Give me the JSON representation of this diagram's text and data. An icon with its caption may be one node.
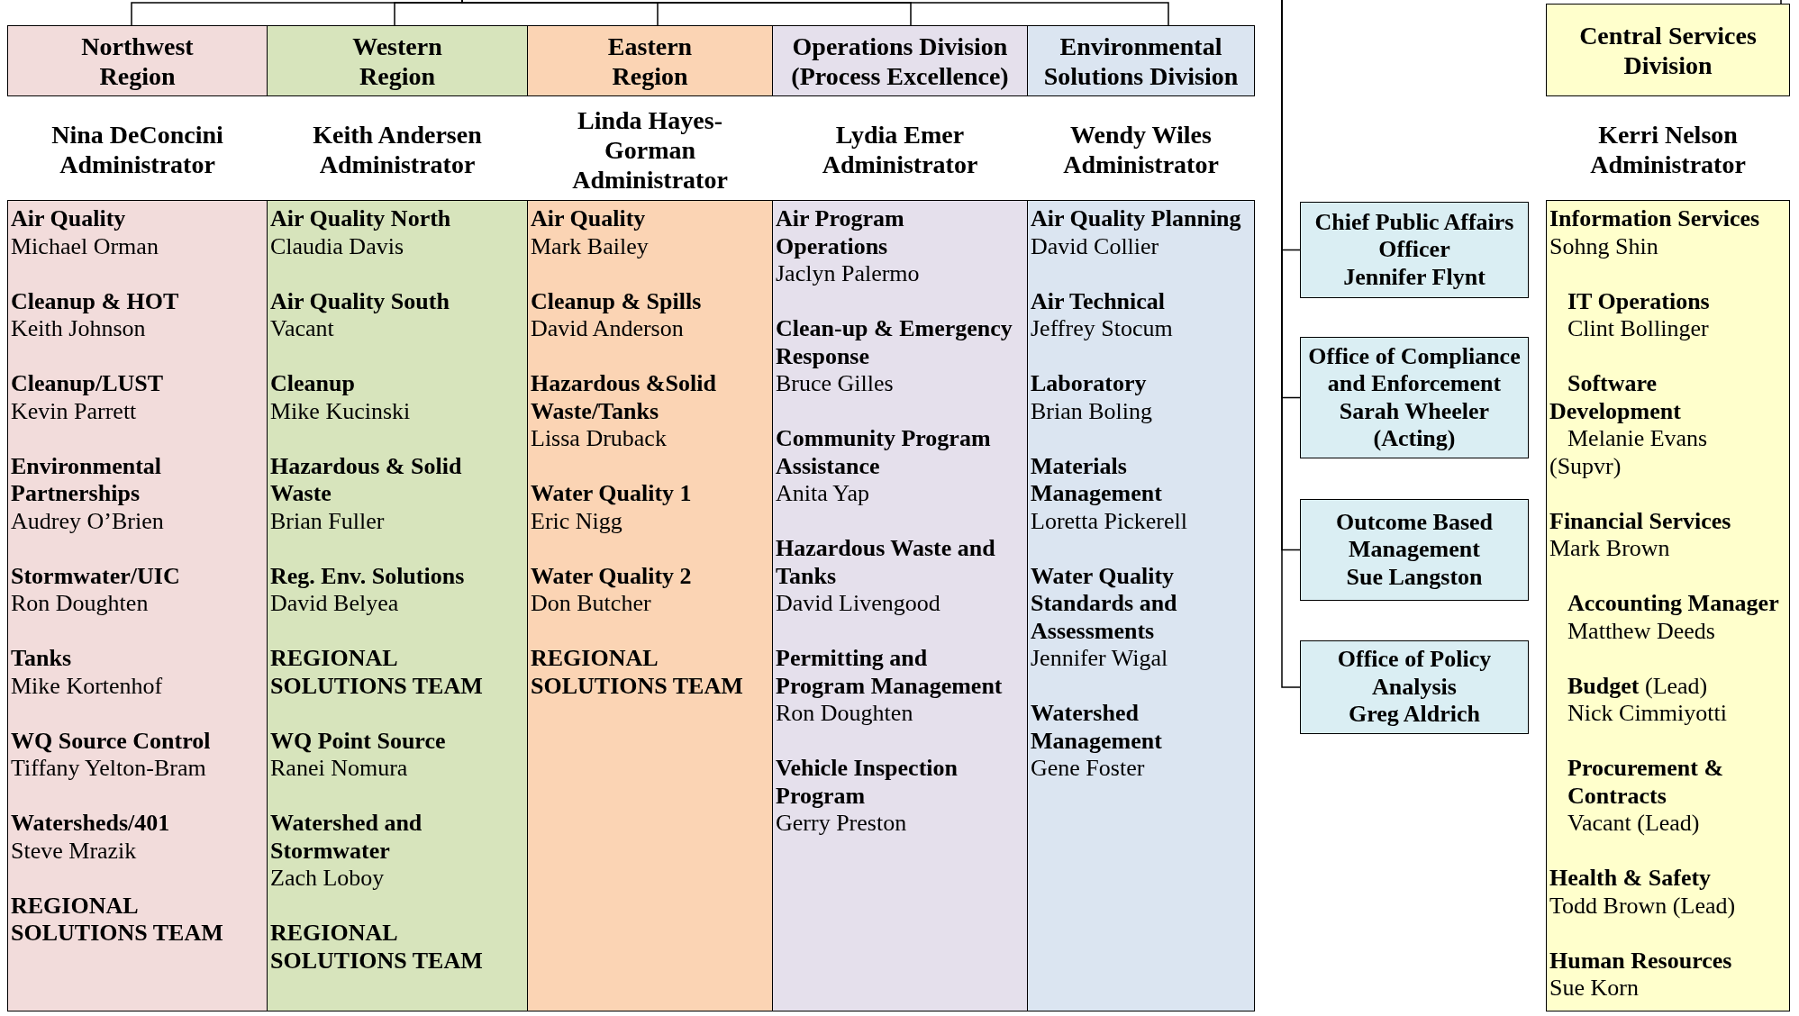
{
  "diagram": {
    "nodes": [
      {
        "text": [
          "Northwest Region"
        ],
        "beside": [
          "Nina DeConcini Administrator"
        ]
      },
      {
        "text": [
          "Western Region"
        ],
        "beside": [
          "Keith Andersen Administrator"
        ]
      },
      {
        "text": [
          "Eastern Region"
        ],
        "beside": [
          "Linda Hayes-Gorman Administrator"
        ]
      },
      {
        "text": [
          "Operations Division (Process Excellence)"
        ],
        "beside": [
          "Lydia Emer Administrator"
        ]
      },
      {
        "text": [
          "Environmental Solutions Division"
        ],
        "beside": [
          "Wendy Wiles Administrator"
        ]
      },
      {
        "text": [
          "Central Services Division"
        ],
        "beside": [
          "Kerri Nelson Administrator"
        ]
      },
      {
        "text": [
          "Chief Public Affairs Officer",
          "Jennifer Flynt"
        ]
      },
      {
        "text": [
          "Office of Compliance and Enforcement",
          "Sarah Wheeler (Acting)"
        ]
      },
      {
        "text": [
          "Outcome Based Management",
          "Sue Langston"
        ]
      },
      {
        "text": [
          "Office of Policy Analysis",
          "Greg Aldrich"
        ]
      },
      {
        "text": [],
        "shape": "box"
      },
      {
        "text": [
          "Air Quality",
          "Michael Orman"
        ],
        "in": 10
      },
      {
        "text": [
          "Cleanup & HOT",
          "Keith Johnson"
        ],
        "in": 10
      },
      {
        "text": [
          "Cleanup/LUST",
          "Kevin Parrett"
        ],
        "in": 10
      },
      {
        "text": [
          "Environmental Partnerships",
          "Audrey O’Brien"
        ],
        "in": 10
      },
      {
        "text": [
          "Stormwater/UIC",
          "Ron Doughten"
        ],
        "in": 10
      },
      {
        "text": [
          "Tanks",
          "Mike Kortenhof"
        ],
        "in": 10
      },
      {
        "text": [
          "WQ Source Control",
          "Tiffany Yelton-Bram"
        ],
        "in": 10
      },
      {
        "text": [
          "Watersheds/401",
          "Steve Mrazik"
        ],
        "in": 10
      },
      {
        "text": [
          "REGIONAL SOLUTIONS TEAM"
        ],
        "in": 10
      },
      {
        "text": [],
        "shape": "box"
      },
      {
        "text": [
          "Air Quality North",
          "Claudia Davis"
        ],
        "in": 20
      },
      {
        "text": [
          "Air Quality South",
          "Vacant"
        ],
        "in": 20
      },
      {
        "text": [
          "Cleanup",
          "Mike Kucinski"
        ],
        "in": 20
      },
      {
        "text": [
          "Hazardous & Solid Waste",
          "Brian Fuller"
        ],
        "in": 20
      },
      {
        "text": [
          "Reg. Env. Solutions",
          "David Belyea"
        ],
        "in": 20
      },
      {
        "text": [
          "REGIONAL SOLUTIONS TEAM"
        ],
        "in": 20
      },
      {
        "text": [
          "WQ Point Source",
          "Ranei Nomura"
        ],
        "in": 20
      },
      {
        "text": [
          "Watershed and Stormwater",
          "Zach Loboy"
        ],
        "in": 20
      },
      {
        "text": [
          "REGIONAL SOLUTIONS TEAM"
        ],
        "in": 20
      },
      {
        "text": [],
        "shape": "box"
      },
      {
        "text": [
          "Air Quality",
          "Mark Bailey"
        ],
        "in": 30
      },
      {
        "text": [
          "Cleanup & Spills",
          "David Anderson"
        ],
        "in": 30
      },
      {
        "text": [
          "Hazardous &Solid Waste/Tanks",
          "Lissa Druback"
        ],
        "in": 30
      },
      {
        "text": [
          "Water Quality 1",
          "Eric Nigg"
        ],
        "in": 30
      },
      {
        "text": [
          "Water Quality 2",
          "Don Butcher"
        ],
        "in": 30
      },
      {
        "text": [
          "REGIONAL SOLUTIONS TEAM"
        ],
        "in": 30
      },
      {
        "text": [],
        "shape": "box"
      },
      {
        "text": [
          "Air Program Operations",
          "Jaclyn Palermo"
        ],
        "in": 37
      },
      {
        "text": [
          "Clean-up & Emergency Response",
          "Bruce Gilles"
        ],
        "in": 37
      },
      {
        "text": [
          "Community Program Assistance",
          "Anita Yap"
        ],
        "in": 37
      },
      {
        "text": [
          "Hazardous Waste and Tanks",
          "David Livengood"
        ],
        "in": 37
      },
      {
        "text": [
          "Permitting and Program Management",
          "Ron Doughten"
        ],
        "in": 37
      },
      {
        "text": [
          "Vehicle Inspection Program",
          "Gerry Preston"
        ],
        "in": 37
      },
      {
        "text": [],
        "shape": "box"
      },
      {
        "text": [
          "Air Quality Planning",
          "David Collier"
        ],
        "in": 44
      },
      {
        "text": [
          "Air Technical",
          "Jeffrey Stocum"
        ],
        "in": 44
      },
      {
        "text": [
          "Laboratory",
          "Brian Boling"
        ],
        "in": 44
      },
      {
        "text": [
          "Materials Management",
          "Loretta Pickerell"
        ],
        "in": 44
      },
      {
        "text": [
          "Water Quality Standards and Assessments",
          "Jennifer Wigal"
        ],
        "in": 44
      },
      {
        "text": [
          "Watershed Management",
          "Gene Foster"
        ],
        "in": 44
      },
      {
        "text": [],
        "shape": "box"
      },
      {
        "text": [
          "Information Services",
          "Sohng Shin"
        ],
        "in": 51
      },
      {
        "text": [
          "IT Operations",
          "Clint Bollinger"
        ],
        "in": 51
      },
      {
        "text": [
          "Software Development",
          "Melanie Evans (Supvr)"
        ],
        "in": 51
      },
      {
        "text": [
          "Financial Services",
          "Mark Brown"
        ],
        "in": 51
      },
      {
        "text": [
          "Accounting Manager",
          "Matthew Deeds"
        ],
        "in": 51
      },
      {
        "text": [
          "**Budget** (Lead)",
          "Nick Cimmiyotti"
        ],
        "in": 51
      },
      {
        "text": [
          "Procurement & Contracts",
          "Vacant (Lead)"
        ],
        "in": 51
      },
      {
        "text": [
          "Health & Safety",
          "Todd Brown (Lead)"
        ],
        "in": 51
      },
      {
        "text": [
          "Human Resources",
          "Sue Korn"
        ],
        "in": 51
      }
    ],
    "edges": [
      {
        "from": null,
        "to": 0,
        "arrow": "none"
      },
      {
        "from": null,
        "to": 1,
        "arrow": "none"
      },
      {
        "from": null,
        "to": 2,
        "arrow": "none"
      },
      {
        "from": null,
        "to": 3,
        "arrow": "none"
      },
      {
        "from": null,
        "to": 4,
        "arrow": "none"
      },
      {
        "from": null,
        "to": 6,
        "arrow": "none"
      },
      {
        "from": null,
        "to": 7,
        "arrow": "none"
      },
      {
        "from": null,
        "to": 8,
        "arrow": "none"
      },
      {
        "from": null,
        "to": 9,
        "arrow": "none"
      },
      {
        "from": null,
        "to": 5,
        "arrow": "none"
      }
    ]
  }
}
